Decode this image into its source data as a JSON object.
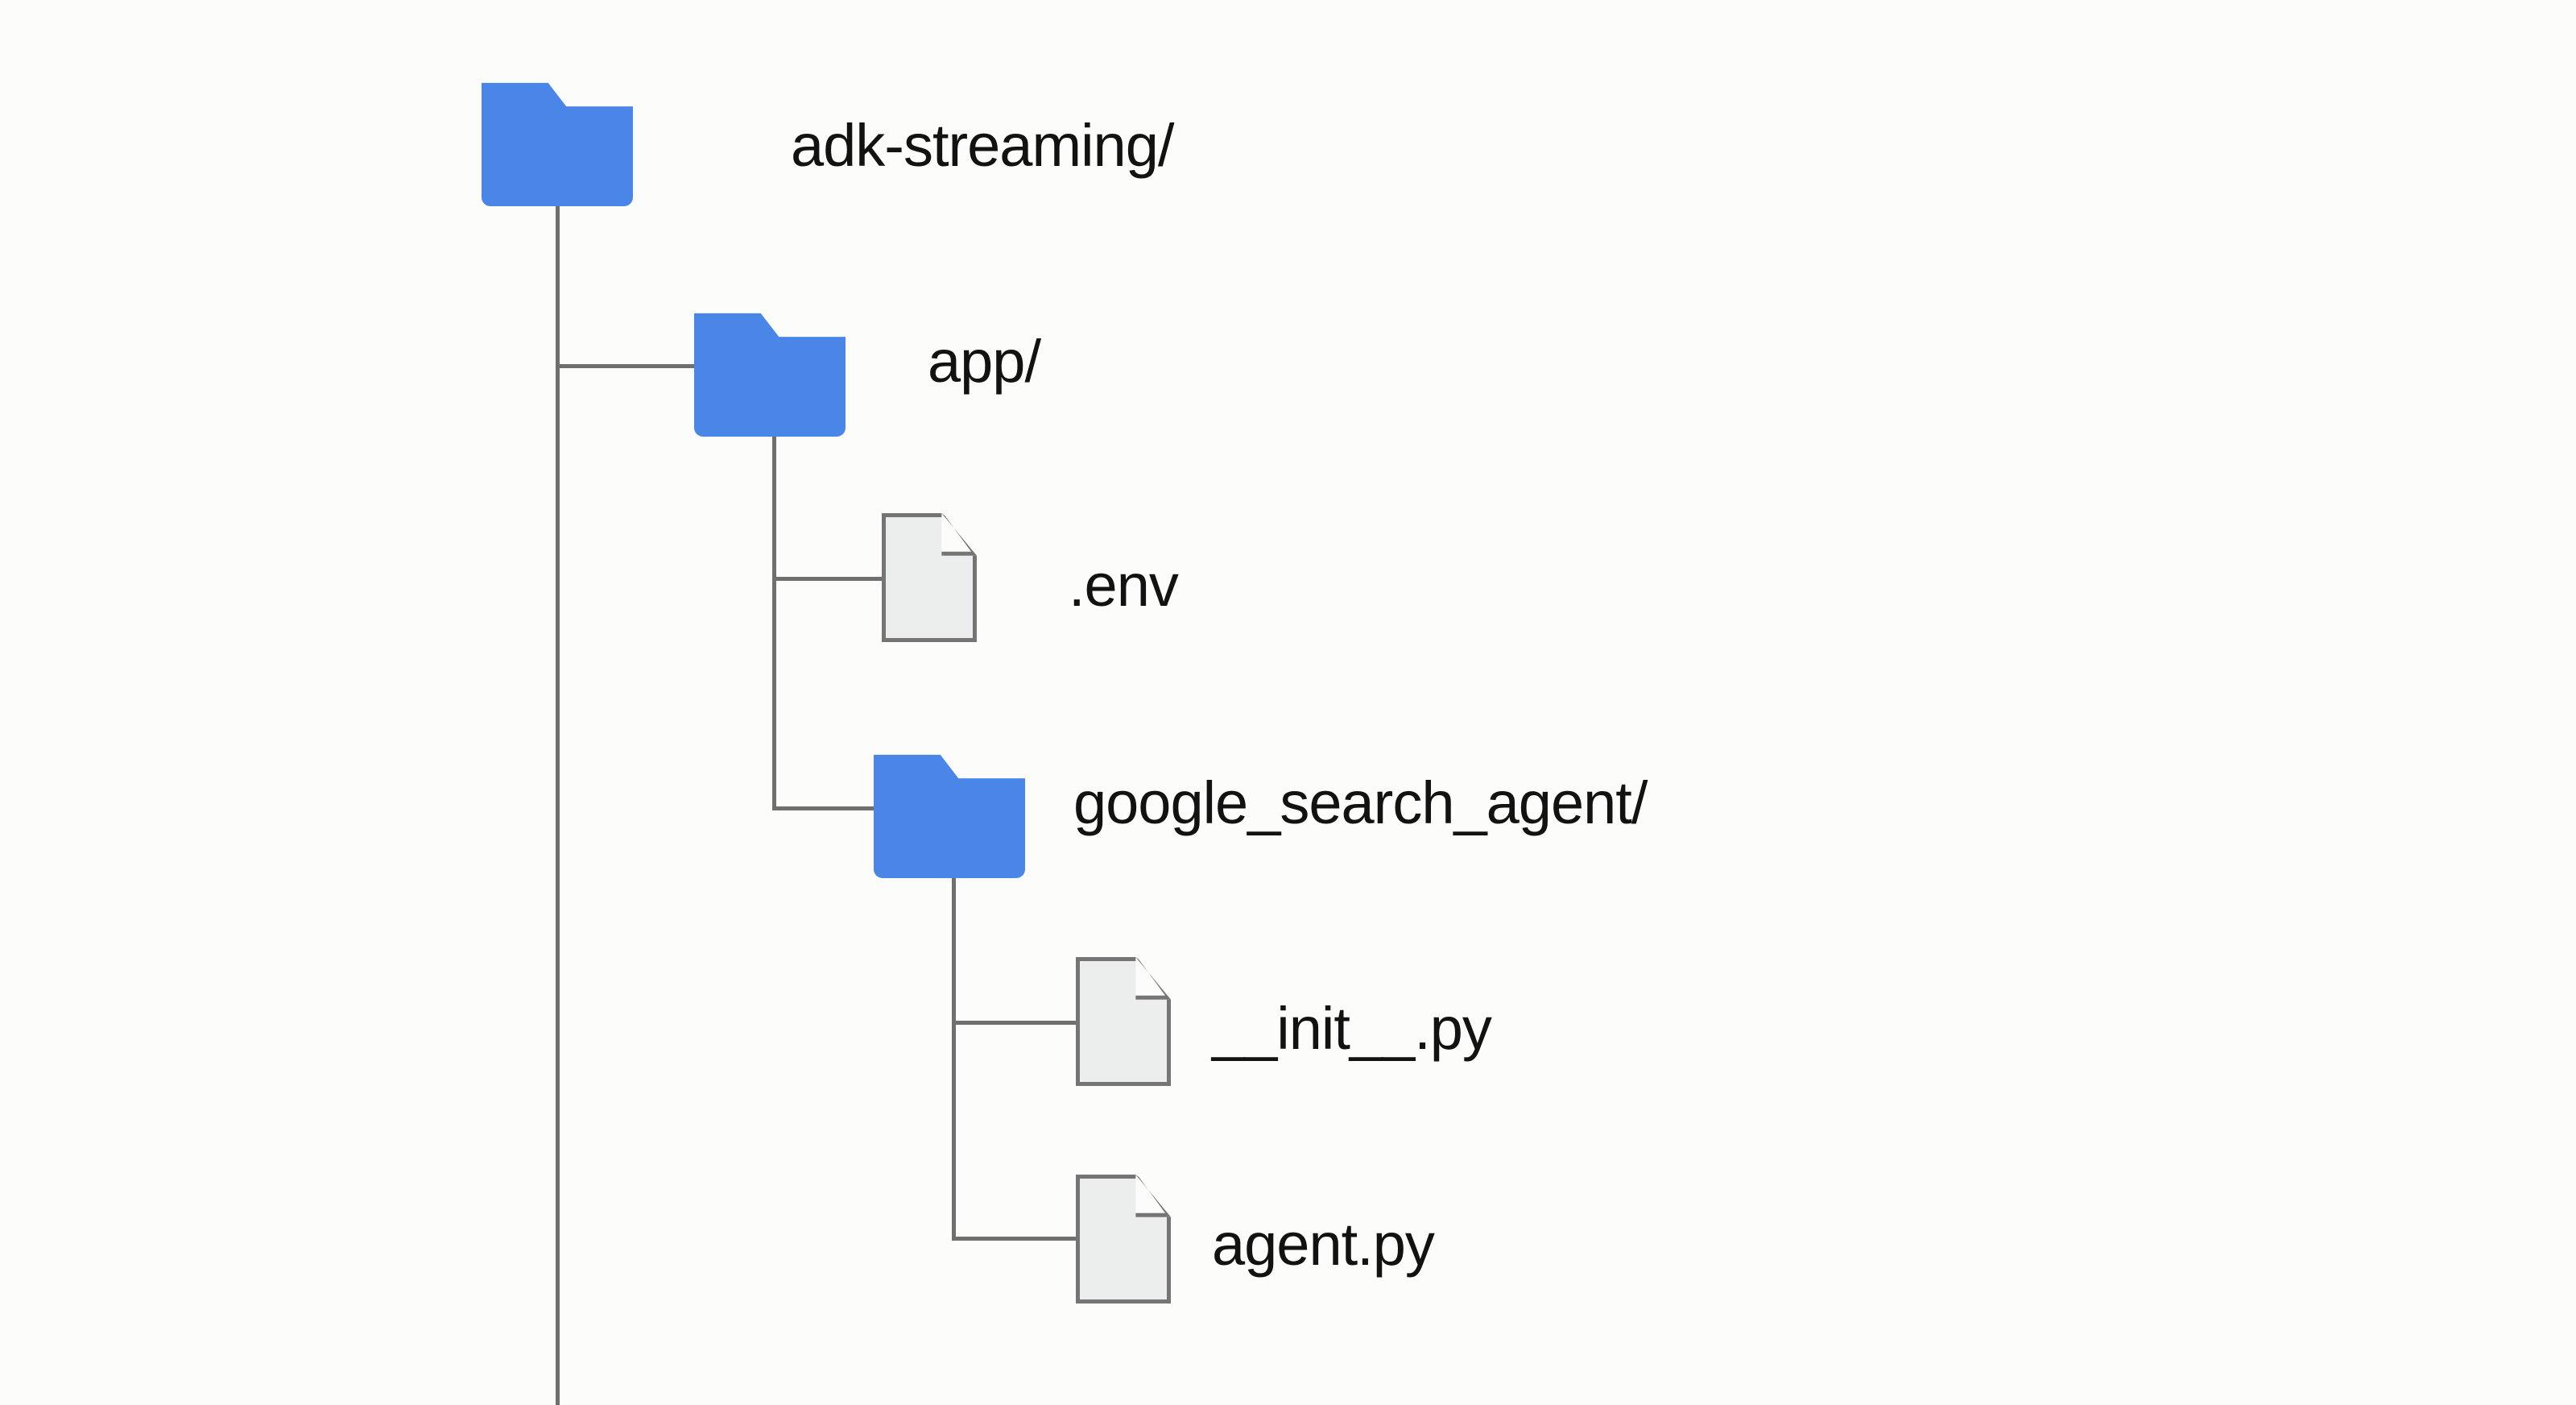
{
  "diagram": {
    "title": "adk-streaming project directory tree",
    "background_color": "#fcfcfa",
    "folder_color": "#4a86e8",
    "file_fill_color": "#eceded",
    "file_border_color": "#757575",
    "connector_color": "#6f6f6f",
    "text_color": "#121212"
  },
  "tree": {
    "root": {
      "label": "adk-streaming/",
      "icon": "folder-icon",
      "depth": 0,
      "children": [
        {
          "label": "app/",
          "icon": "folder-icon",
          "depth": 1,
          "children": [
            {
              "label": ".env",
              "icon": "file-icon",
              "depth": 2,
              "children": []
            },
            {
              "label": "google_search_agent/",
              "icon": "folder-icon",
              "depth": 2,
              "children": [
                {
                  "label": "__init__.py",
                  "icon": "file-icon",
                  "depth": 3,
                  "children": []
                },
                {
                  "label": "agent.py",
                  "icon": "file-icon",
                  "depth": 3,
                  "children": []
                }
              ]
            }
          ]
        }
      ]
    }
  },
  "nodes": [
    {
      "id": "adk-streaming",
      "label": "adk-streaming/",
      "type": "folder"
    },
    {
      "id": "app",
      "label": "app/",
      "type": "folder"
    },
    {
      "id": "env",
      "label": ".env",
      "type": "file"
    },
    {
      "id": "google-search-agent",
      "label": "google_search_agent/",
      "type": "folder"
    },
    {
      "id": "init-py",
      "label": "__init__.py",
      "type": "file"
    },
    {
      "id": "agent-py",
      "label": "agent.py",
      "type": "file"
    }
  ]
}
